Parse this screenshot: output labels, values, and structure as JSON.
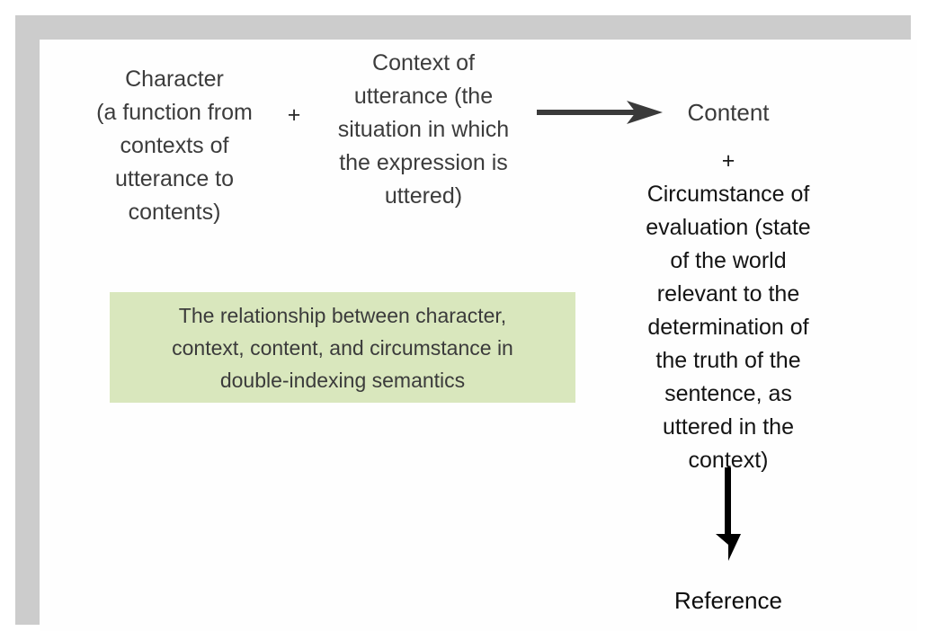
{
  "diagram": {
    "title": "Double-indexing semantics diagram",
    "frame": {
      "border_color": "#cccccc",
      "background_color": "#fefefe"
    },
    "nodes": {
      "character": {
        "name": "Character",
        "lines": [
          "Character",
          "(a function from",
          "contexts of",
          "utterance to",
          "contents)"
        ],
        "text_color": "#3c3c3c"
      },
      "context": {
        "name": "Context of utterance",
        "lines": [
          "Context of",
          "utterance (the",
          "situation in which",
          "the expression is",
          "uttered)"
        ],
        "text_color": "#3c3c3c"
      },
      "content": {
        "label": "Content",
        "text_color": "#3a3a3a"
      },
      "circumstance": {
        "name": "Circumstance of evaluation",
        "lines": [
          "Circumstance of",
          "evaluation (state",
          "of the world",
          "relevant to the",
          "determination of",
          "the truth of the",
          "sentence, as",
          "uttered in the",
          "context)"
        ],
        "text_color": "#141414"
      },
      "reference": {
        "label": "Reference",
        "text_color": "#0d0d0d"
      }
    },
    "operators": {
      "plus_left": "+",
      "plus_right": "+"
    },
    "arrows": {
      "horizontal": {
        "name": "character-context-to-content-arrow",
        "direction": "right",
        "color": "#3a3a3a"
      },
      "vertical": {
        "name": "circumstance-to-reference-arrow",
        "direction": "down",
        "color": "#000000"
      }
    },
    "caption": {
      "background_color": "#d9e7bd",
      "text_color": "#3b3b3b",
      "lines": [
        "The relationship between character,",
        "context, content, and circumstance in",
        "double-indexing semantics"
      ]
    }
  }
}
